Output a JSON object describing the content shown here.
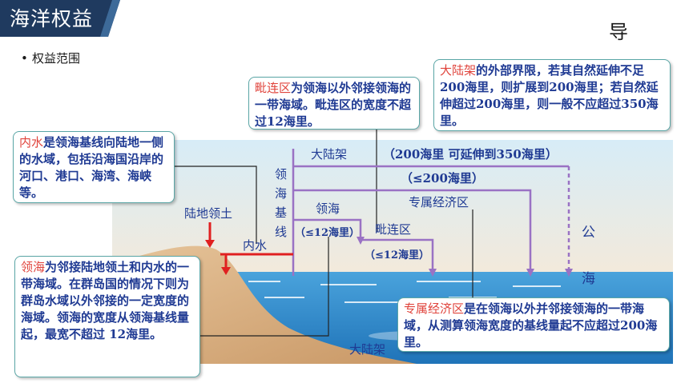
{
  "header": {
    "title": "海洋权益",
    "corner_char": "导",
    "bullet": "权益范围"
  },
  "callouts": {
    "neishui": {
      "term": "内水",
      "text": "是领海基线向陆地一侧的水域，包括沿海国沿岸的河口、港口、海湾、海峡等。"
    },
    "pilianqu": {
      "term": "毗连区",
      "text": "为领海以外邻接领海的一带海域。毗连区的宽度不超过12海里。"
    },
    "dalujia": {
      "term": "大陆架",
      "text": "的外部界限，若其自然延伸不足200海里，则扩展到200海里；若自然延伸超过200海里，则一般不应超过350海里。"
    },
    "linghai": {
      "term": "领海",
      "text": "为邻接陆地领土和内水的一带海域。在群岛国的情况下则为群岛水域以外邻接的一定宽度的海域。领海的宽度从领海基线量起，最宽不超过 12海里。"
    },
    "zhuanshu": {
      "term": "专属经济区",
      "text": "是在领海以外并邻接领海的一带海域，从测算领海宽度的基线量起不应超过200海里。"
    }
  },
  "labels": {
    "dalujia": "大陆架",
    "dalujia_range": "（200海里  可延伸到350海里）",
    "le200": "（≤200海里）",
    "baseline": "领海基线",
    "linghai": "领海",
    "zhuanshu": "专属经济区",
    "le12_a": "（≤12海里）",
    "pilianqu": "毗连区",
    "le12_b": "（≤12海里）",
    "land": "陆地领土",
    "neishui": "内水",
    "gonghai": "公海",
    "shelf_bottom": "大陆架"
  },
  "colors": {
    "banner": "#1f3a5f",
    "text_blue": "#1f3a93",
    "term_red": "#e0443c",
    "arrow_purple": "#9a72c4",
    "arrow_red": "#e02020",
    "callout_border": "#5aa6a6",
    "sea": "#2f8fd0",
    "sand": "#d9b183"
  }
}
